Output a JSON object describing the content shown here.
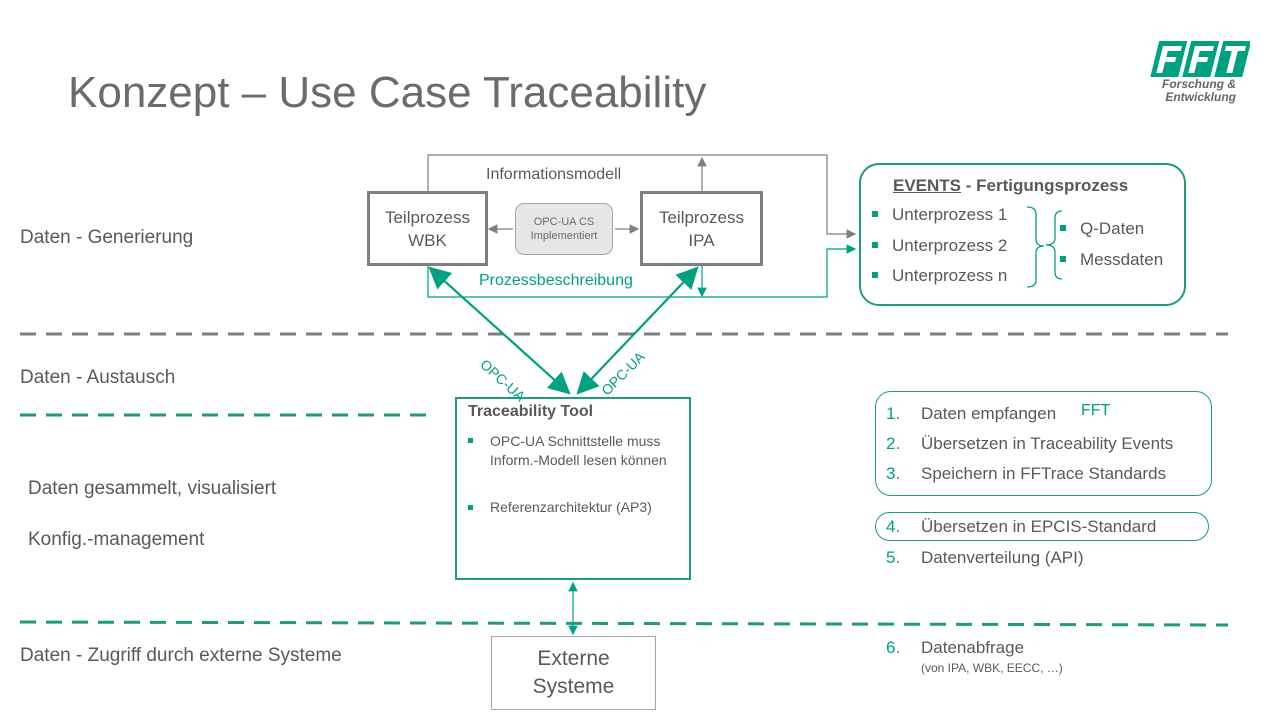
{
  "title": "Konzept – Use Case Traceability",
  "logo": {
    "text": "FFT",
    "subtitle_1": "Forschung &",
    "subtitle_2": "Entwicklung"
  },
  "layers": {
    "generierung": "Daten - Generierung",
    "austausch": "Daten - Austausch",
    "gesammelt": "Daten gesammelt, visualisiert",
    "konfig": "Konfig.-management",
    "zugriff": "Daten - Zugriff durch externe Systeme"
  },
  "diagram": {
    "informationsmodell": "Informationsmodell",
    "prozessbeschreibung": "Prozessbeschreibung",
    "wbk": {
      "line1": "Teilprozess",
      "line2": "WBK"
    },
    "ipa": {
      "line1": "Teilprozess",
      "line2": "IPA"
    },
    "opc_box": {
      "line1": "OPC-UA CS",
      "line2": "Implementiert"
    },
    "opc_left": "OPC-UA",
    "opc_right": "OPC-UA"
  },
  "events": {
    "title_bold_underline": "EVENTS",
    "title_rest": " - Fertigungsprozess",
    "sub": [
      "Unterprozess 1",
      "Unterprozess 2",
      "Unterprozess n"
    ],
    "data": [
      "Q-Daten",
      "Messdaten"
    ]
  },
  "tool": {
    "title": "Traceability Tool",
    "item1": "OPC-UA Schnittstelle muss Inform.-Modell lesen können",
    "item2": "Referenzarchitektur (AP3)"
  },
  "external": {
    "line1": "Externe",
    "line2": "Systeme"
  },
  "steps": [
    {
      "num": "1.",
      "text": "Daten empfangen"
    },
    {
      "num": "2.",
      "text": "Übersetzen in Traceability Events"
    },
    {
      "num": "3.",
      "text": "Speichern in FFTrace Standards"
    },
    {
      "num": "4.",
      "text": "Übersetzen in EPCIS-Standard"
    },
    {
      "num": "5.",
      "text": "Datenverteilung (API)"
    },
    {
      "num": "6.",
      "text": "Datenabfrage",
      "sub": "(von IPA, WBK, EECC, …)"
    }
  ],
  "fft_tag": "FFT",
  "colors": {
    "accent": "#00a181",
    "accent_dark": "#1f9a7c",
    "grey_text": "#595959",
    "dashed_grey": "#7f7f7f"
  }
}
